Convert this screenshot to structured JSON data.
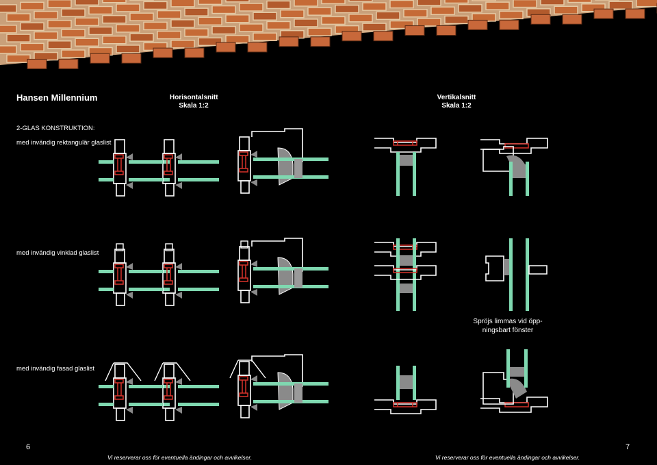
{
  "header": {
    "title": "Hansen Millennium",
    "horizontal": {
      "line1": "Horisontalsnitt",
      "line2": "Skala 1:2"
    },
    "vertical": {
      "line1": "Vertikalsnitt",
      "line2": "Skala 1:2"
    }
  },
  "sections": {
    "construction": "2-GLAS KONSTRUKTION:",
    "row1": "med invändig rektangulär glaslist",
    "row2": "med invändig vinklad glaslist",
    "row3": "med invändig fasad glaslist"
  },
  "note": "Spröjs limmas vid öpp-ningsbart fönster",
  "footer": {
    "page_left": "6",
    "page_right": "7",
    "disclaimer_left": "Vi reserverar oss för eventuella ändingar och avvikelser.",
    "disclaimer_right": "Vi reserverar oss för eventuella ändingar och avvikelser."
  },
  "colors": {
    "background": "#000000",
    "glass": "#7fd8b0",
    "gasket": "#d8322a",
    "profile": "#ffffff",
    "brick": "#c8683a",
    "mortar": "#d9b48c"
  }
}
